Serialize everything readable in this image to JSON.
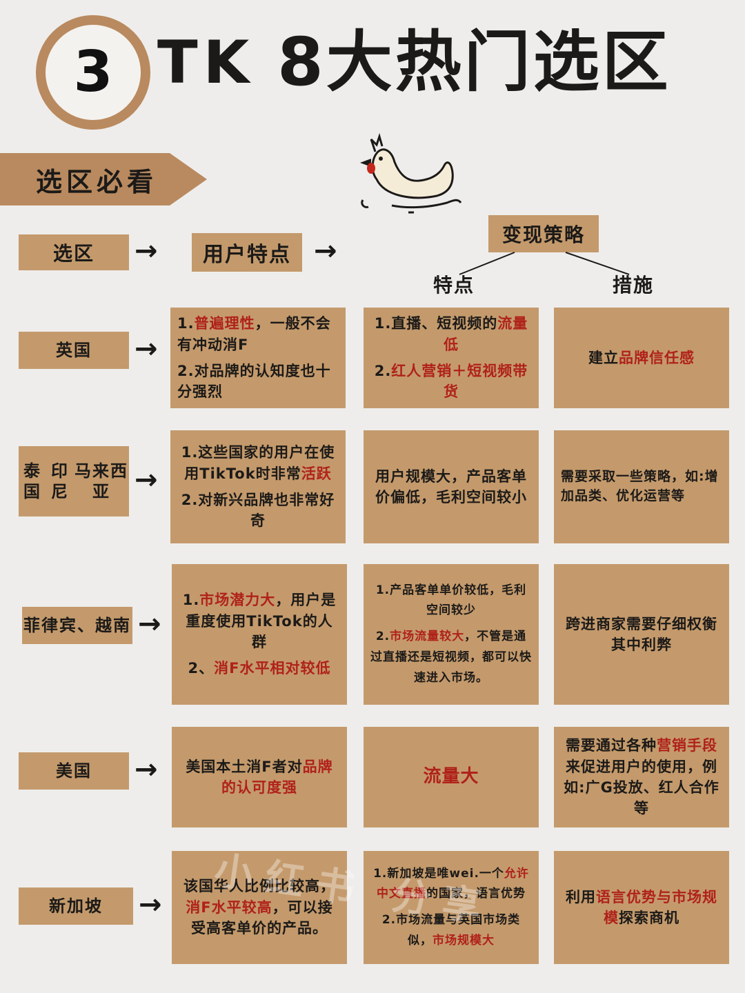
{
  "header": {
    "number": "3",
    "tk": "TK",
    "title": "8大热门选区"
  },
  "banner": "选区必看",
  "columns": {
    "region": "选区",
    "users": "用户特点",
    "strategy": "变现策略",
    "features": "特点",
    "measures": "措施"
  },
  "rows": [
    {
      "country_lines": [
        "英国"
      ],
      "users": [
        [
          {
            "t": "1."
          },
          {
            "t": "普遍理性",
            "red": true
          },
          {
            "t": "，一般不会有冲动消F"
          }
        ],
        [
          {
            "t": "2.对品牌的认知度也十分强烈"
          }
        ]
      ],
      "features": [
        [
          {
            "t": "1.直播、短视频的"
          },
          {
            "t": "流量低",
            "red": true
          }
        ],
        [
          {
            "t": "2."
          },
          {
            "t": "红人营销＋短视频带货",
            "red": true
          }
        ]
      ],
      "measures": [
        [
          {
            "t": "建立"
          },
          {
            "t": "品牌信任感",
            "red": true
          }
        ]
      ]
    },
    {
      "country_lines": [
        "泰国",
        "印尼",
        "马来西亚"
      ],
      "users": [
        [
          {
            "t": "1.这些国家的用户在使用TikTok时非常"
          },
          {
            "t": "活跃",
            "red": true
          }
        ],
        [
          {
            "t": "2.对新兴品牌也非常好奇"
          }
        ]
      ],
      "features": [
        [
          {
            "t": "用户规模大，产品客单价偏低，毛利空间较小"
          }
        ]
      ],
      "measures": [
        [
          {
            "t": "需要采取一些策略，如:增加品类、优化运营等"
          }
        ]
      ]
    },
    {
      "country_lines": [
        "菲律宾、越南"
      ],
      "users": [
        [
          {
            "t": "1."
          },
          {
            "t": "市场潜力大",
            "red": true
          },
          {
            "t": "，用户是重度使用TikTok的人群"
          }
        ],
        [
          {
            "t": "2、"
          },
          {
            "t": "消F水平相对较低",
            "red": true
          }
        ]
      ],
      "features": [
        [
          {
            "t": "1.产品客单单价较低，毛利空间较少"
          }
        ],
        [
          {
            "t": "2."
          },
          {
            "t": "市场流量较大",
            "red": true
          },
          {
            "t": "，不管是通过直播还是短视频，都可以快速进入市场。"
          }
        ]
      ],
      "measures": [
        [
          {
            "t": "跨进商家需要仔细权衡其中利弊"
          }
        ]
      ]
    },
    {
      "country_lines": [
        "美国"
      ],
      "users": [
        [
          {
            "t": "美国本土消F者对"
          },
          {
            "t": "品牌的认可度强",
            "red": true
          }
        ]
      ],
      "features": [
        [
          {
            "t": "流量大",
            "red": true
          }
        ]
      ],
      "measures": [
        [
          {
            "t": "需要通过各种"
          },
          {
            "t": "营销手段",
            "red": true
          },
          {
            "t": "来促进用户的使用，例如:广G投放、红人合作等"
          }
        ]
      ]
    },
    {
      "country_lines": [
        "新加坡"
      ],
      "users": [
        [
          {
            "t": "该国华人比例比较高，"
          },
          {
            "t": "消F水平较高",
            "red": true
          },
          {
            "t": "，可以接受高客单价的产品。"
          }
        ]
      ],
      "features": [
        [
          {
            "t": "1.新加坡是唯wei.一个"
          },
          {
            "t": "允许中文直播",
            "red": true
          },
          {
            "t": "的国家，语言优势"
          }
        ],
        [
          {
            "t": "2.市场流量与英国市场类似，"
          },
          {
            "t": "市场规模大",
            "red": true
          }
        ]
      ],
      "measures": [
        [
          {
            "t": "利用"
          },
          {
            "t": "语言优势与市场规模",
            "red": true
          },
          {
            "t": "探索商机"
          }
        ]
      ]
    }
  ],
  "watermark": "小红书 分享",
  "colors": {
    "accent": "#c49a6c",
    "ring": "#b98a5f",
    "highlight": "#b0211a",
    "background": "#eeedeb"
  }
}
